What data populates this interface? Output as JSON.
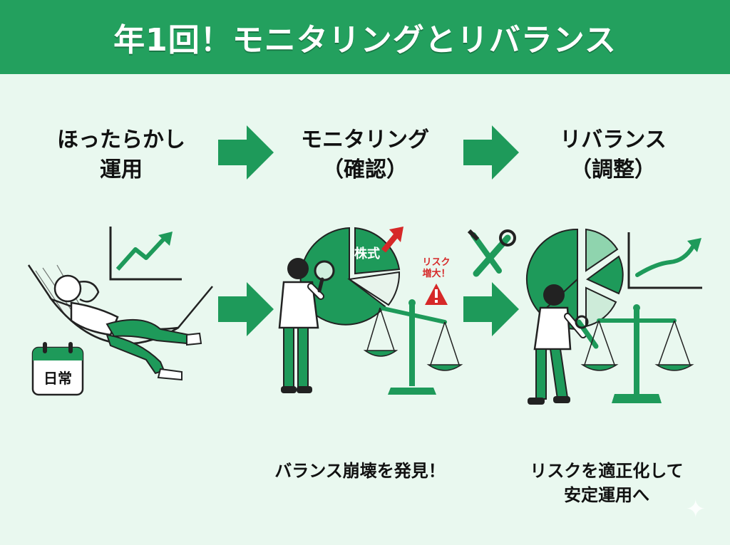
{
  "header": {
    "title": "年1回！モニタリングとリバランス"
  },
  "stages": [
    {
      "line1": "ほったらかし",
      "line2": "運用"
    },
    {
      "line1": "モニタリング",
      "line2": "（確認）"
    },
    {
      "line1": "リバランス",
      "line2": "（調整）"
    }
  ],
  "labels": {
    "calendar": "日常",
    "stock_slice": "株式",
    "risk_warning": [
      "リスク",
      "増大！"
    ]
  },
  "captions": {
    "monitoring": "バランス崩壊を発見！",
    "rebalance": [
      "リスクを適正化して",
      "安定運用へ"
    ]
  },
  "colors": {
    "header": "#23a05e",
    "accent": "#1e9a5a",
    "background": "#e9f8ef",
    "warning": "#d62828"
  }
}
